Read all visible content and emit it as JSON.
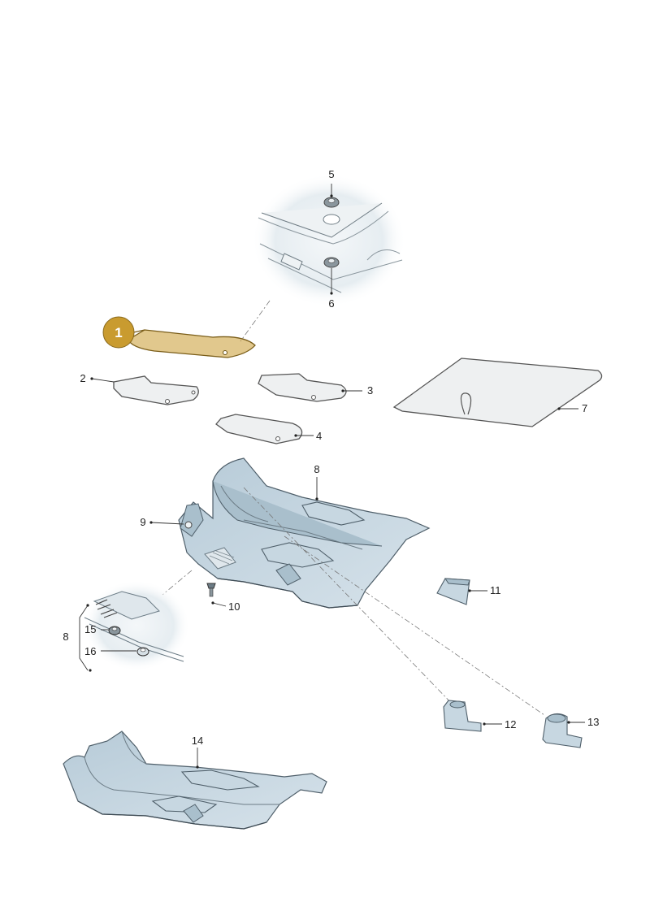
{
  "highlight_color": "#c99b2f",
  "highlight_label": "1",
  "callouts": {
    "c2": "2",
    "c3": "3",
    "c4": "4",
    "c5": "5",
    "c6": "6",
    "c7": "7",
    "c8_top": "8",
    "c8_side": "8",
    "c9": "9",
    "c10": "10",
    "c11": "11",
    "c12": "12",
    "c13": "13",
    "c14": "14",
    "c15": "15",
    "c16": "16"
  }
}
